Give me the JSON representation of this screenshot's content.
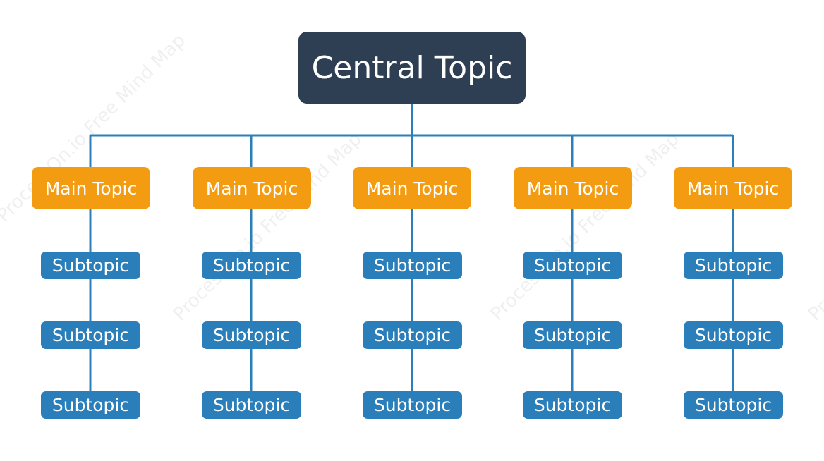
{
  "colors": {
    "central_fill": "#2e3e53",
    "main_fill": "#f39c12",
    "sub_fill": "#2a7fba",
    "connector": "#2c7fb8",
    "text": "#ffffff"
  },
  "central": {
    "label": "Central Topic"
  },
  "branches": [
    {
      "label": "Main Topic",
      "subtopics": [
        "Subtopic",
        "Subtopic",
        "Subtopic"
      ]
    },
    {
      "label": "Main Topic",
      "subtopics": [
        "Subtopic",
        "Subtopic",
        "Subtopic"
      ]
    },
    {
      "label": "Main Topic",
      "subtopics": [
        "Subtopic",
        "Subtopic",
        "Subtopic"
      ]
    },
    {
      "label": "Main Topic",
      "subtopics": [
        "Subtopic",
        "Subtopic",
        "Subtopic"
      ]
    },
    {
      "label": "Main Topic",
      "subtopics": [
        "Subtopic",
        "Subtopic",
        "Subtopic"
      ]
    }
  ],
  "watermark": "ProcessOn.io Free Mind Map"
}
